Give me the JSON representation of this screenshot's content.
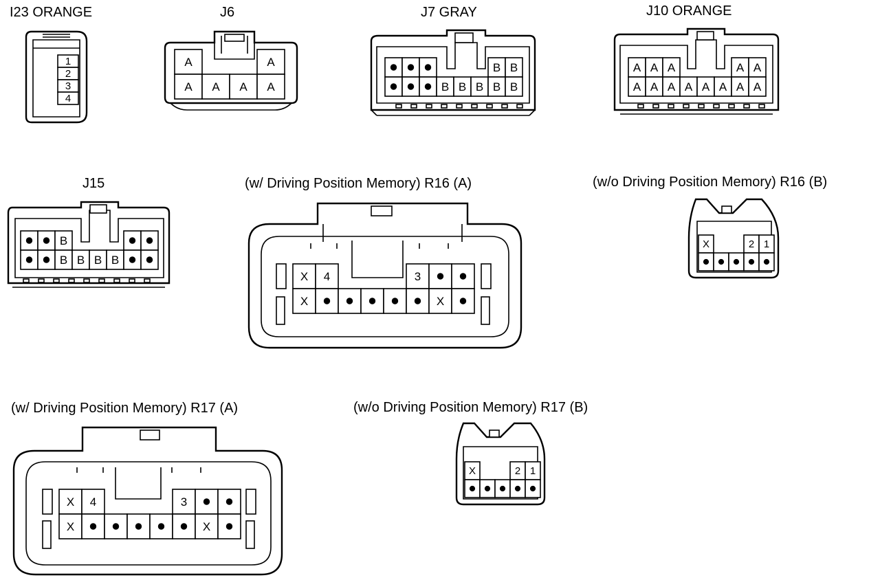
{
  "connectors": [
    {
      "id": "I23",
      "label": "I23  ORANGE",
      "cells": [
        [
          "1"
        ],
        [
          "2"
        ],
        [
          "3"
        ],
        [
          "4"
        ]
      ]
    },
    {
      "id": "J6",
      "label": "J6",
      "cells": [
        [
          "A",
          "",
          "",
          "A"
        ],
        [
          "A",
          "A",
          "A",
          "A"
        ]
      ]
    },
    {
      "id": "J7",
      "label": "J7  GRAY",
      "cells": [
        [
          "•",
          "•",
          "•",
          "",
          "",
          "",
          "B",
          "B"
        ],
        [
          "•",
          "•",
          "•",
          "B",
          "B",
          "B",
          "B",
          "B"
        ]
      ]
    },
    {
      "id": "J10",
      "label": "J10  ORANGE",
      "cells": [
        [
          "A",
          "A",
          "A",
          "",
          "",
          "",
          "A",
          "A"
        ],
        [
          "A",
          "A",
          "A",
          "A",
          "A",
          "A",
          "A",
          "A"
        ]
      ]
    },
    {
      "id": "J15",
      "label": "J15",
      "cells": [
        [
          "•",
          "•",
          "B",
          "",
          "",
          "",
          "•",
          "•"
        ],
        [
          "•",
          "•",
          "B",
          "B",
          "B",
          "B",
          "•",
          "•"
        ]
      ]
    },
    {
      "id": "R16A",
      "label": "(w/ Driving Position Memory)  R16 (A)",
      "cells": [
        [
          "X",
          "4",
          "",
          "",
          "",
          "3",
          "•",
          "•"
        ],
        [
          "X",
          "•",
          "•",
          "•",
          "•",
          "•",
          "X",
          "•"
        ]
      ]
    },
    {
      "id": "R16B",
      "label": "(w/o Driving Position Memory)  R16 (B)",
      "cells": [
        [
          "X",
          "",
          "",
          "2",
          "1"
        ],
        [
          "•",
          "•",
          "•",
          "•",
          "•"
        ]
      ]
    },
    {
      "id": "R17A",
      "label": "(w/ Driving Position Memory)  R17 (A)",
      "cells": [
        [
          "X",
          "4",
          "",
          "",
          "",
          "3",
          "•",
          "•"
        ],
        [
          "X",
          "•",
          "•",
          "•",
          "•",
          "•",
          "X",
          "•"
        ]
      ]
    },
    {
      "id": "R17B",
      "label": "(w/o Driving Position Memory)  R17 (B)",
      "cells": [
        [
          "X",
          "",
          "",
          "2",
          "1"
        ],
        [
          "•",
          "•",
          "•",
          "•",
          "•"
        ]
      ]
    }
  ]
}
